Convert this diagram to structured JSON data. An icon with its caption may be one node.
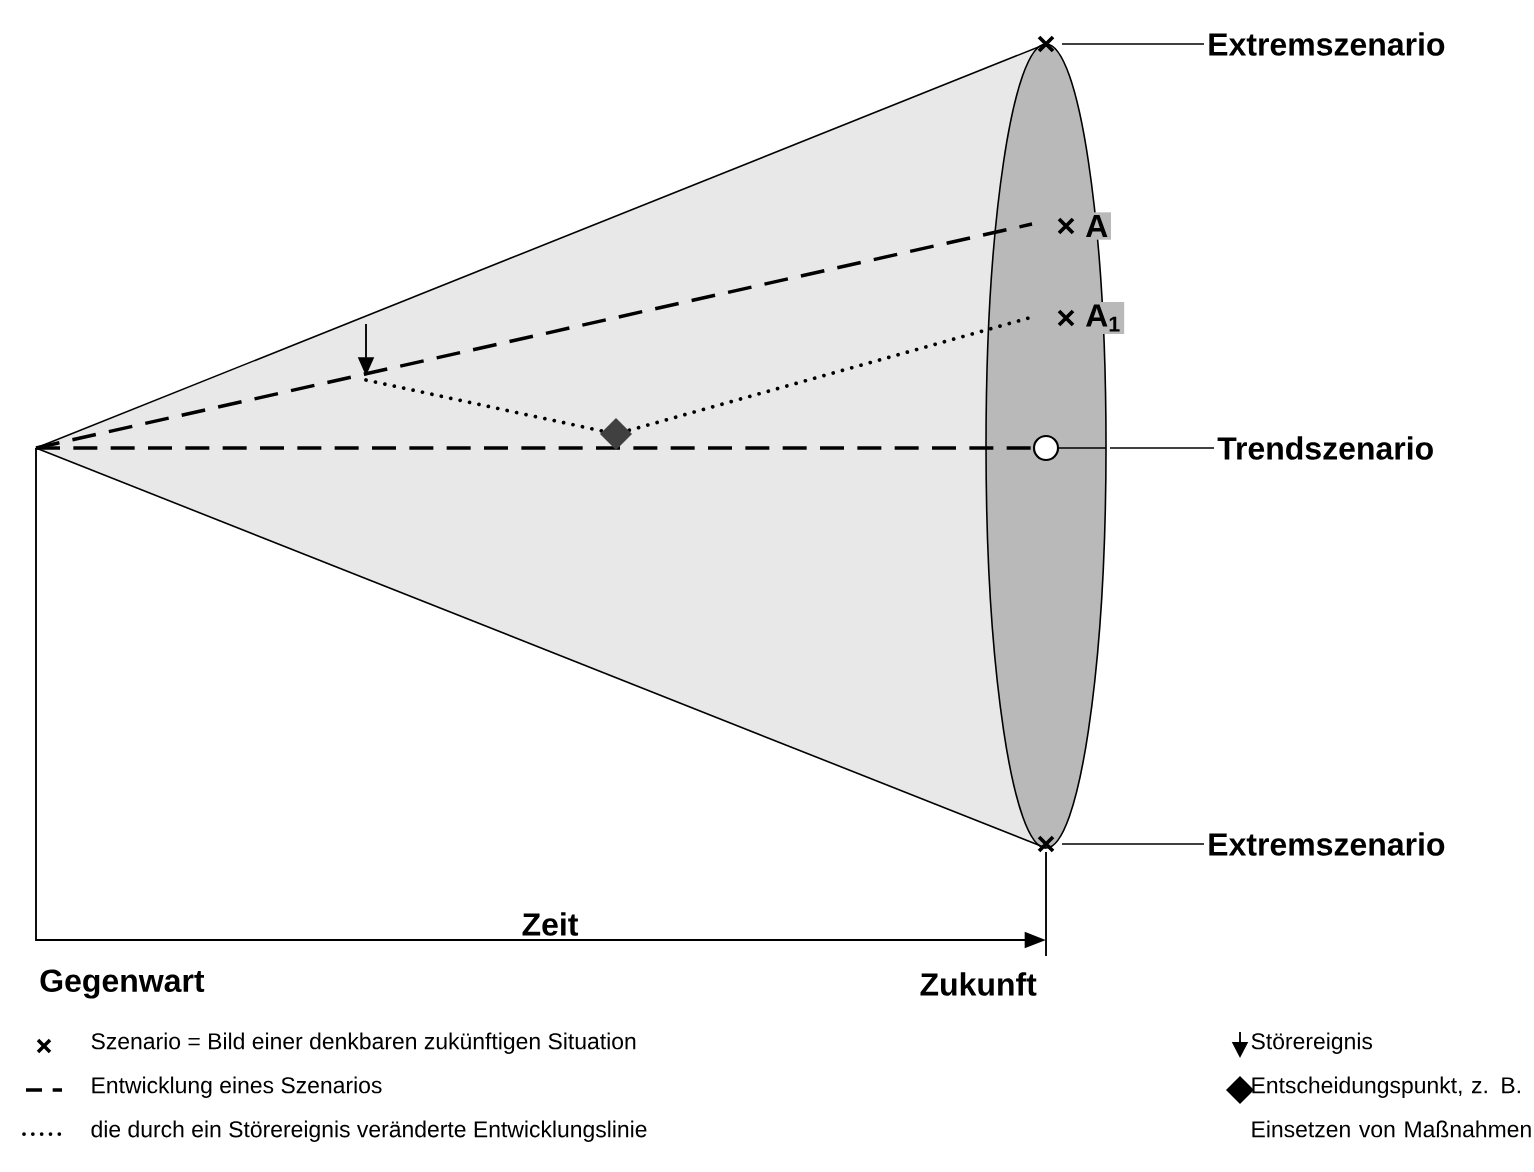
{
  "diagram": {
    "nodes": [
      {
        "text": [
          "Extremszenario"
        ]
      },
      {
        "text": [
          "Trendszenario"
        ]
      },
      {
        "text": [
          "Extremszenario"
        ]
      }
    ],
    "edges": [
      {
        "from": 0,
        "to": null,
        "arrow": "none"
      },
      {
        "from": 1,
        "to": null,
        "arrow": "none"
      },
      {
        "from": 2,
        "to": null,
        "arrow": "none"
      }
    ],
    "labels": [
      "A",
      "A$_{1}$",
      "Zeit",
      "Gegenwart",
      "Zukunft"
    ],
    "legend": [
      {
        "text": "Szenario = Bild einer denkbaren zukünftigen Situation"
      },
      {
        "text": "Entwicklung eines Szenarios"
      },
      {
        "text": "die durch ein Störereignis veränderte Entwicklungslinie"
      },
      {
        "text": "Störereignis"
      },
      {
        "text": "Entscheidungspunkt, z. B. Einsetzen von Maßnahmen"
      }
    ]
  }
}
